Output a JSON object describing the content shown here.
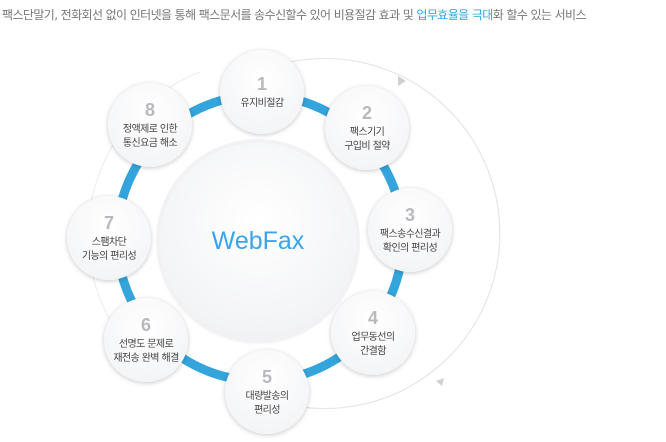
{
  "headline": {
    "before": "팩스단말기, 전화회선 없이 인터넷을 통해 팩스문서를 송수신할수 있어 비용절감 효과 및 ",
    "highlight": "업무효율을 극대",
    "after": "화 할수 있는 서비스"
  },
  "center": {
    "label": "WebFax"
  },
  "colors": {
    "accent": "#2aa7e0",
    "ring": "#3aa6dd"
  },
  "nodes": [
    {
      "num": "1",
      "label": "유지비절감"
    },
    {
      "num": "2",
      "label": "팩스기기\n구입비 절약"
    },
    {
      "num": "3",
      "label": "팩스송수신결과\n확인의 편리성"
    },
    {
      "num": "4",
      "label": "업무동선의\n간결함"
    },
    {
      "num": "5",
      "label": "대량발송의\n편리성"
    },
    {
      "num": "6",
      "label": "선명도 문제로\n재전송 완벽 해결"
    },
    {
      "num": "7",
      "label": "스팸차단\n기능의 편리성"
    },
    {
      "num": "8",
      "label": "정액제로 인한\n통신요금 해소"
    }
  ]
}
